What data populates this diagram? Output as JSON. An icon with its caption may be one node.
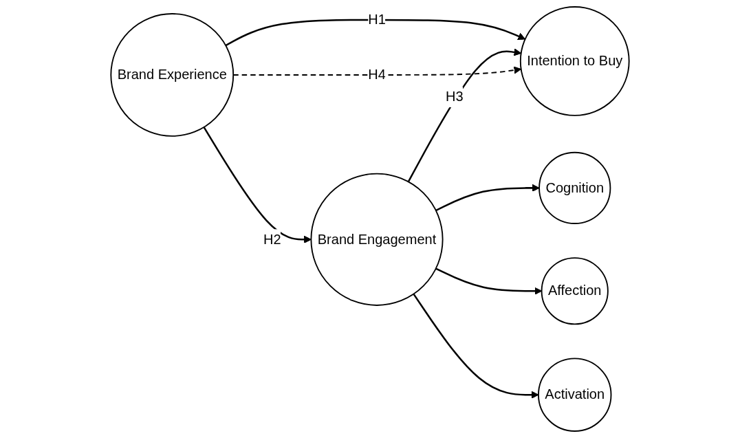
{
  "diagram": {
    "nodes": [
      {
        "text": [
          "Brand Experience"
        ]
      },
      {
        "text": [
          "Brand Engagement"
        ]
      },
      {
        "text": [
          "Intention to Buy"
        ]
      },
      {
        "text": [
          "Cognition"
        ]
      },
      {
        "text": [
          "Affection"
        ]
      },
      {
        "text": [
          "Activation"
        ]
      }
    ],
    "edges": [
      {
        "from": 0,
        "to": 2,
        "arrow": "to",
        "label": "H1"
      },
      {
        "from": 0,
        "to": 1,
        "arrow": "to",
        "label": "H2"
      },
      {
        "from": 1,
        "to": 2,
        "arrow": "to",
        "label": "H3"
      },
      {
        "from": 1,
        "to": 3,
        "arrow": "to"
      },
      {
        "from": 1,
        "to": 4,
        "arrow": "to"
      },
      {
        "from": 1,
        "to": 5,
        "arrow": "to"
      },
      {
        "from": 0,
        "to": 2,
        "arrow": "to",
        "label": "H4",
        "style": "dashed"
      }
    ]
  }
}
